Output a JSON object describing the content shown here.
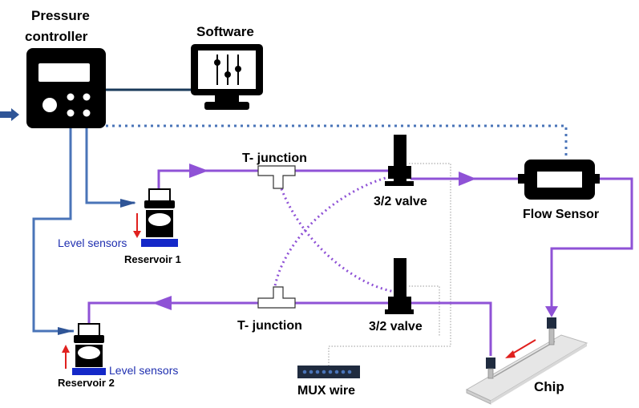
{
  "labels": {
    "pressure_controller_line1": "Pressure",
    "pressure_controller_line2": "controller",
    "software": "Software",
    "t_junction_top": "T- junction",
    "t_junction_bottom": "T- junction",
    "valve_top": "3/2 valve",
    "valve_bottom": "3/2 valve",
    "flow_sensor": "Flow Sensor",
    "level_sensors_1": "Level sensors",
    "level_sensors_2": "Level sensors",
    "reservoir_1": "Reservoir 1",
    "reservoir_2": "Reservoir 2",
    "mux_wire": "MUX wire",
    "chip": "Chip"
  },
  "colors": {
    "fluid_line": "#8f52d6",
    "pressure_line": "#4a74b8",
    "signal_line": "#4a74b8",
    "device_body": "#000000",
    "level_sensor_label": "#1f2fb0",
    "level_sensor_base": "#1428c8",
    "arrow_red": "#e0201e",
    "chip_glass": "#e6e6e6"
  }
}
